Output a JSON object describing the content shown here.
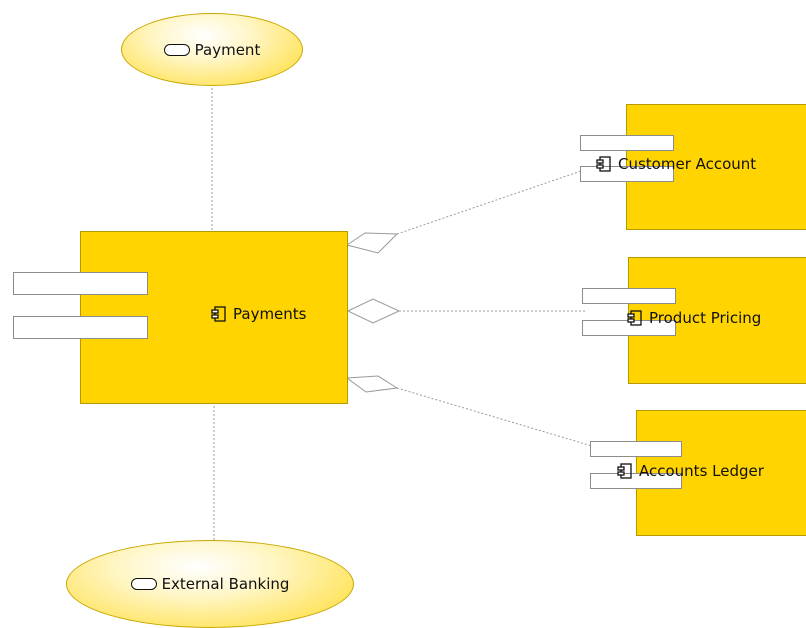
{
  "diagram": {
    "services": {
      "payment": {
        "label": "Payment",
        "icon": "service-pill-icon"
      },
      "external_banking": {
        "label": "External Banking",
        "icon": "service-pill-icon"
      }
    },
    "components": {
      "payments": {
        "label": "Payments",
        "icon": "component-icon"
      },
      "customer_account": {
        "label": "Customer Account",
        "icon": "component-icon"
      },
      "product_pricing": {
        "label": "Product Pricing",
        "icon": "component-icon"
      },
      "accounts_ledger": {
        "label": "Accounts Ledger",
        "icon": "component-icon"
      }
    },
    "colors": {
      "component_fill": "#ffd400",
      "service_fill": "#ffe566",
      "connector": "#9a9a9a"
    }
  }
}
